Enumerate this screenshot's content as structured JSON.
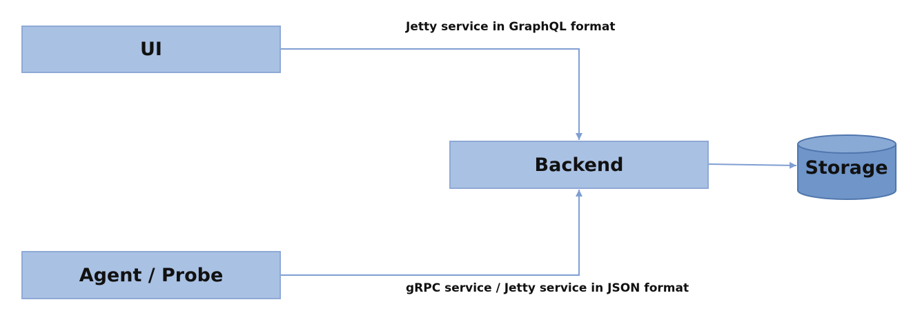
{
  "diagram": {
    "nodes": {
      "ui": "UI",
      "agent": "Agent / Probe",
      "backend": "Backend",
      "storage": "Storage"
    },
    "edges": {
      "ui_to_backend": "Jetty service in GraphQL format",
      "agent_to_backend": "gRPC service / Jetty service in JSON format"
    }
  },
  "colors": {
    "box_fill": "#a9c1e3",
    "box_border": "#8fa9d6",
    "connector": "#7f9ed2",
    "storage_fill": "#6f95c9",
    "storage_top": "#8aaad6"
  }
}
